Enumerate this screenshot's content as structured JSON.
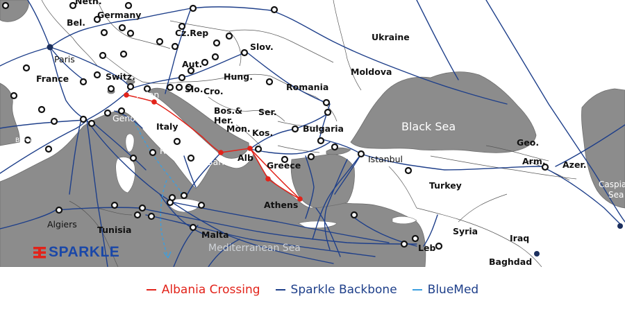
{
  "colors": {
    "land": "#ffffff",
    "sea": "#8c8c8c",
    "border": "#555555",
    "backbone": "#1e3f8a",
    "albania": "#e2231a",
    "bluemed": "#3b9fe0",
    "node": "#111111"
  },
  "logo": {
    "text": "SPARKLE",
    "icon": "sparkle-logo-icon"
  },
  "map": {
    "countries": [
      {
        "id": "netherlands",
        "label": "Neth."
      },
      {
        "id": "germany",
        "label": "Germany"
      },
      {
        "id": "belgium",
        "label": "Bel."
      },
      {
        "id": "czech",
        "label": "Cz.Rep"
      },
      {
        "id": "ukraine",
        "label": "Ukraine"
      },
      {
        "id": "slovakia",
        "label": "Slov."
      },
      {
        "id": "austria",
        "label": "Aut."
      },
      {
        "id": "moldova",
        "label": "Moldova"
      },
      {
        "id": "france",
        "label": "France"
      },
      {
        "id": "switzerland",
        "label": "Switz."
      },
      {
        "id": "hungary",
        "label": "Hung."
      },
      {
        "id": "slovenia",
        "label": "Slo."
      },
      {
        "id": "croatia",
        "label": "Cro."
      },
      {
        "id": "romania",
        "label": "Romania"
      },
      {
        "id": "bosnia1",
        "label": "Bos.&"
      },
      {
        "id": "bosnia2",
        "label": "Her."
      },
      {
        "id": "serbia",
        "label": "Ser."
      },
      {
        "id": "montenegro",
        "label": "Mon."
      },
      {
        "id": "kosovo",
        "label": "Kos."
      },
      {
        "id": "italy",
        "label": "Italy"
      },
      {
        "id": "bulgaria",
        "label": "Bulgaria"
      },
      {
        "id": "albania",
        "label": "Alb"
      },
      {
        "id": "greece",
        "label": "Greece"
      },
      {
        "id": "georgia",
        "label": "Geo."
      },
      {
        "id": "armenia",
        "label": "Arm."
      },
      {
        "id": "azerbaijan",
        "label": "Azer."
      },
      {
        "id": "turkey",
        "label": "Turkey"
      },
      {
        "id": "tunisia",
        "label": "Tunisia"
      },
      {
        "id": "syria",
        "label": "Syria"
      },
      {
        "id": "iraq",
        "label": "Iraq"
      },
      {
        "id": "lebanon",
        "label": "Leb"
      }
    ],
    "cities": [
      {
        "id": "paris",
        "label": "Paris"
      },
      {
        "id": "milan",
        "label": "Milan"
      },
      {
        "id": "genova",
        "label": "Genova"
      },
      {
        "id": "barcelona",
        "label": "Barcelona"
      },
      {
        "id": "rome",
        "label": "Rome"
      },
      {
        "id": "bari",
        "label": "Bari"
      },
      {
        "id": "athens",
        "label": "Athens"
      },
      {
        "id": "istanbul",
        "label": "Istanbul"
      },
      {
        "id": "algiers",
        "label": "Algiers"
      },
      {
        "id": "malta",
        "label": "Malta"
      },
      {
        "id": "baghdad",
        "label": "Baghdad"
      }
    ],
    "seas": [
      {
        "id": "black-sea",
        "label": "Black Sea"
      },
      {
        "id": "caspian1",
        "label": "Caspia"
      },
      {
        "id": "caspian2",
        "label": "Sea"
      },
      {
        "id": "mediterranean",
        "label": "Mediterranean Sea"
      }
    ]
  },
  "legend": [
    {
      "label": "Albania Crossing",
      "color": "#e2231a"
    },
    {
      "label": "Sparkle Backbone",
      "color": "#1e3f8a"
    },
    {
      "label": "BlueMed",
      "color": "#3b9fe0"
    }
  ]
}
